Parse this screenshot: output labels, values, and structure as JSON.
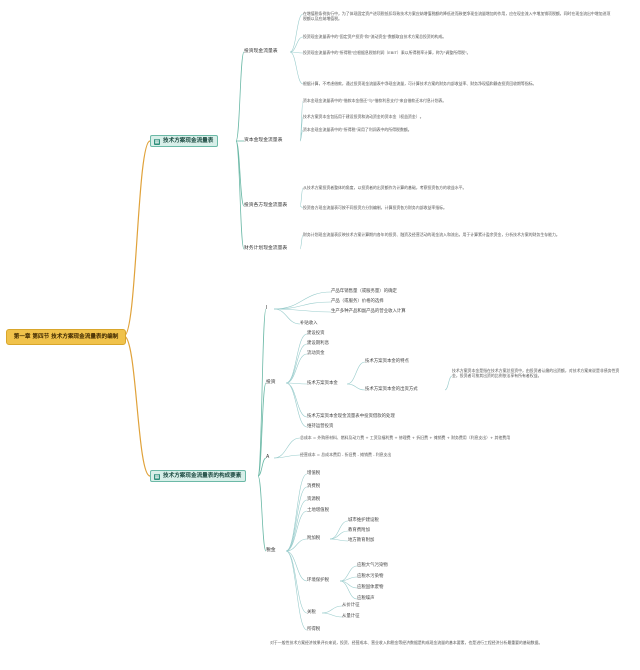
{
  "root": "第一章 第四节 技术方案现金流量表的编制",
  "sections": [
    {
      "title": "技术方案现金流量表",
      "icon": "table-icon",
      "items": [
        {
          "label": "投资现金流量表",
          "paras": [
            "在增值税条例执行中，为了体现固定资产进项税抵扣导致技术方案应纳增值税额的降低进而致使净现金流量增加的作用，应在现金流入中增加销项税额，同时在现金流出中增加进项税额以及应纳增值税。",
            "投资现金流量表中的\"固定资产投资\"和\"流动资金\"数额取自技术方案总投资的构成。",
            "投资现金流量表中的\"所得税\"应根据息税前利润（EBIT）乘以所得税率计算，称为\"调整所得税\"。",
            "根据计算，不考虑借款，通过投资现金流量表中净现金流量，可计算技术方案的财务内部收益率、财务净现值和静态投资回收期等指标。"
          ]
        },
        {
          "label": "资本金现金流量表",
          "paras": [
            "资本金现金流量表中的\"借款本金偿还\"与\"借款利息支付\"来自借款还本付息计划表。",
            "技术方案资本金包括用于建设投资和流动资金的资本金（权益资金）。",
            "资本金现金流量表中的\"所得税\"采用了利润表中的所得税数额。"
          ]
        },
        {
          "label": "投资各方现金流量表",
          "paras": [
            "从技术方案投资者整体的角度，以投资者的出资额作为计算的基础，考察投资各方的收益水平。",
            "投资各方现金流量表可按不同投资方分别编制，计算投资各方财务内部收益率指标。"
          ]
        },
        {
          "label": "财务计划现金流量表",
          "paras": [
            "财务计划现金流量表反映技术方案计算期内各年的投资、融资及经营活动的现金流入和流出，用于计算累计盈余资金，分析技术方案的财务生存能力。"
          ]
        }
      ]
    },
    {
      "title": "技术方案现金流量表的构成要素",
      "icon": "table-icon",
      "items": [
        {
          "label": "I",
          "children": [
            "产品年销售量（或服务量）的确定",
            "产品（或服务）价格的选择",
            "生产多种产品和副产品的营业收入计算"
          ],
          "extra": "补贴收入"
        },
        {
          "label": "投资",
          "children": [
            "建设投资",
            "建设期利息",
            "流动资金",
            "技术方案资本金",
            "技术方案资本金现金流量表中投资借款的处理",
            "维持运营投资"
          ],
          "sub": [
            "技术方案资本金的特点",
            "技术方案资本金的出资方式"
          ],
          "subpara": "技术方案资本金是指在技术方案总投资中，由投资者认缴的出资额，对技术方案来说是非债务性资金，投资者可按其出资的比例依法享有所有者权益。"
        },
        {
          "label": "A",
          "children": [
            "总成本 = 外购原材料、燃料及动力费 + 工资及福利费 + 修理费 + 折旧费 + 摊销费 + 财务费用（利息支出）+ 其他费用",
            "经营成本 = 总成本费用 - 折旧费 - 摊销费 - 利息支出"
          ]
        },
        {
          "label": "税金",
          "children": [
            "增值税",
            "消费税",
            "资源税",
            "土地增值税",
            "附加税",
            "环境保护税",
            "关税",
            "所得税"
          ],
          "addon": [
            "城市维护建设税",
            "教育费附加",
            "地方教育附加"
          ],
          "env": [
            "应税大气污染物",
            "应税水污染物",
            "应税固体废物",
            "应税噪声"
          ],
          "tariff": [
            "从价计征",
            "从量计征"
          ]
        }
      ],
      "footer": "对于一般性技术方案经济效果评价来说，投资、经营成本、营业收入和税金等经济数据是构成现金流量的基本要素，也是进行工程经济分析最重要的基础数据。"
    }
  ]
}
